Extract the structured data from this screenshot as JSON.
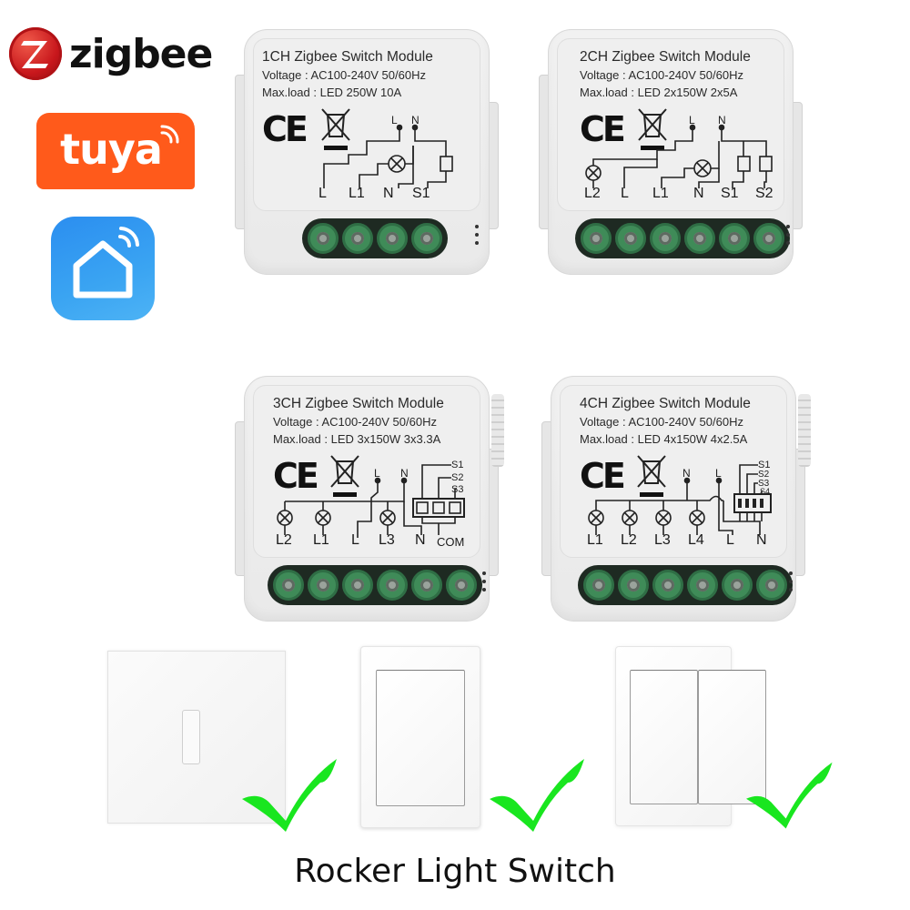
{
  "logos": {
    "zigbee": {
      "text": "zigbee",
      "color": "#d0191f"
    },
    "tuya": {
      "text": "tuya",
      "color": "#ff5a1b"
    },
    "smart_home": {
      "icon": "house-wifi-icon",
      "color": "#2f95f0"
    }
  },
  "modules": [
    {
      "title": "1CH Zigbee Switch Module",
      "voltage": "Voltage : AC100-240V 50/60Hz",
      "max_load": "Max.load : LED 250W  10A",
      "top_labels": [
        "L",
        "N"
      ],
      "terminals": [
        "L",
        "L1",
        "N",
        "S1"
      ]
    },
    {
      "title": "2CH Zigbee Switch Module",
      "voltage": "Voltage : AC100-240V 50/60Hz",
      "max_load": "Max.load : LED 2x150W  2x5A",
      "top_labels": [
        "L",
        "N"
      ],
      "terminals": [
        "L2",
        "L",
        "L1",
        "N",
        "S1",
        "S2"
      ]
    },
    {
      "title": "3CH Zigbee Switch Module",
      "voltage": "Voltage : AC100-240V 50/60Hz",
      "max_load": "Max.load : LED 3x150W  3x3.3A",
      "top_labels": [
        "L",
        "N"
      ],
      "switch_labels": [
        "S1",
        "S2",
        "S3"
      ],
      "terminals": [
        "L2",
        "L1",
        "L",
        "L3",
        "N",
        "COM"
      ]
    },
    {
      "title": "4CH Zigbee Switch Module",
      "voltage": "Voltage : AC100-240V 50/60Hz",
      "max_load": "Max.load : LED 4x150W  4x2.5A",
      "top_labels": [
        "N",
        "L"
      ],
      "switch_labels": [
        "S1",
        "S2",
        "S3",
        "S4"
      ],
      "terminals": [
        "L1",
        "L2",
        "L3",
        "L4",
        "L",
        "N"
      ]
    }
  ],
  "wall_switches": [
    {
      "type": "single toggle",
      "compatible": true
    },
    {
      "type": "single rocker",
      "compatible": true
    },
    {
      "type": "double rocker",
      "compatible": true
    }
  ],
  "check_color": "#19e61f",
  "caption": "Rocker Light Switch"
}
